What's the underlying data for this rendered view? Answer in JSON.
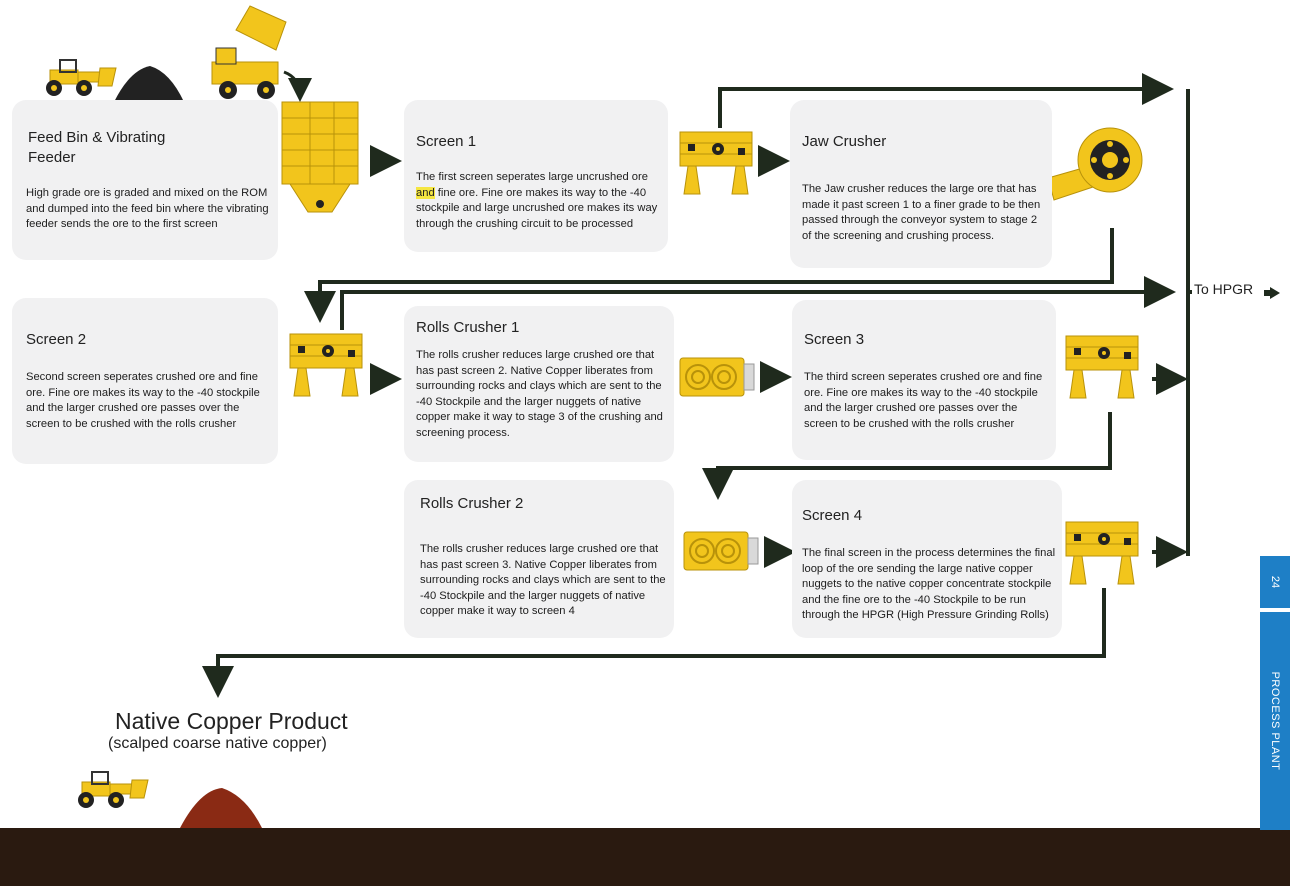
{
  "steps": {
    "feed_bin": {
      "title": "Feed Bin & Vibrating Feeder",
      "text": "High grade ore is graded and mixed on the ROM and dumped into the feed bin where the vibrating feeder sends the ore to the first screen"
    },
    "screen1": {
      "title": "Screen 1",
      "text_highlight": "and",
      "text_start": "The first screen seperates large uncrushed ore",
      "text_rest": "fine ore. Fine ore makes its way to the -40 stockpile and large uncrushed ore makes its way through the crushing circuit to be processed"
    },
    "jaw_crusher": {
      "title": "Jaw Crusher",
      "text": "The Jaw crusher reduces the large ore that has made it past screen 1 to a finer grade to be then passed through the conveyor system to stage 2 of the screening and crushing process."
    },
    "screen2": {
      "title": "Screen 2",
      "text": "Second screen seperates crushed ore and fine ore. Fine ore makes its way to the -40 stockpile and the larger crushed ore passes over the screen to be crushed with the rolls crusher"
    },
    "rolls1": {
      "title": "Rolls Crusher 1",
      "text": "The rolls crusher reduces large crushed ore that has past screen 2. Native Copper liberates from surrounding rocks and clays which are sent to the -40 Stockpile and the larger nuggets of native copper make it way to stage 3 of the crushing and screening process."
    },
    "screen3": {
      "title": "Screen 3",
      "text": "The third screen seperates crushed ore and fine ore. Fine ore makes its way to the -40 stockpile and the larger crushed ore passes over the screen to be crushed with the rolls crusher"
    },
    "rolls2": {
      "title": "Rolls Crusher 2",
      "text": "The rolls crusher reduces large crushed ore that has past screen 3. Native Copper liberates from surrounding rocks and clays which are sent to the -40 Stockpile and the larger nuggets of native copper make it way to screen 4"
    },
    "screen4": {
      "title": "Screen 4",
      "text": "The final screen in the process determines the final loop of the ore sending the large native copper nuggets to the native copper concentrate stockpile and the fine ore to the -40 Stockpile to be run through the HPGR (High Pressure Grinding Rolls)"
    }
  },
  "output_label": "To HPGR",
  "product": {
    "title": "Native Copper Product",
    "subtitle": "(scalped coarse native copper)"
  },
  "side_tab": {
    "page_number": "24",
    "section": "PROCESS PLANT"
  },
  "colors": {
    "machine_yellow": "#f2c51c",
    "machine_outline": "#b8920a",
    "flow_line": "#1f2a1d",
    "card_bg": "#f1f1f2",
    "ground": "#2a1a10",
    "copper_pile": "#8a2a14",
    "tab_blue": "#1e7fc6"
  }
}
